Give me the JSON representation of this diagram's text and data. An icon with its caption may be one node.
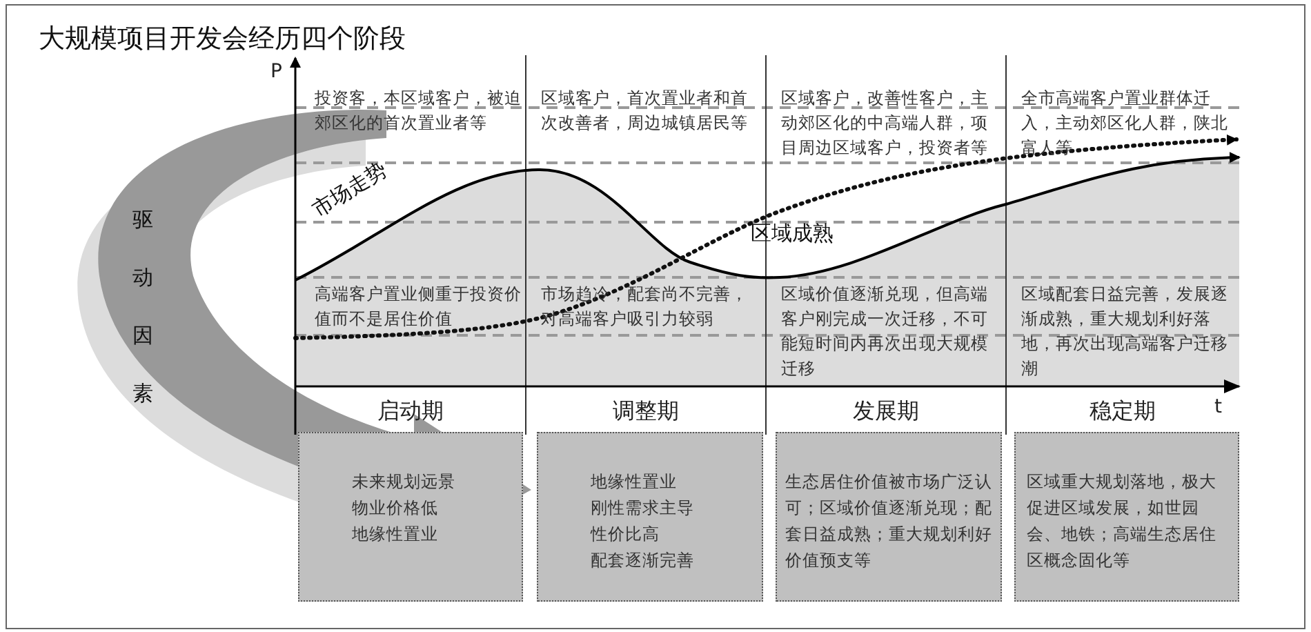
{
  "diagram": {
    "title": "大规模项目开发会经历四个阶段",
    "nodes": [
      {
        "text": [
          "驱动因素"
        ]
      },
      {
        "text": [
          "未来规划远景",
          "物业价格低",
          "地缘性置业"
        ],
        "beside": [
          "启动期"
        ]
      },
      {
        "text": [
          "地缘性置业",
          "刚性需求主导",
          "性价比高",
          "配套逐渐完善"
        ],
        "beside": [
          "调整期"
        ]
      },
      {
        "text": [
          "生态居住价值被市场广泛认可；区域价值逐渐兑现；配套日益成熟；重大规划利好价值预支等"
        ],
        "beside": [
          "发展期"
        ]
      },
      {
        "text": [
          "区域重大规划落地，极大促进区域发展，如世园会、地铁；高端生态居住区概念固化等"
        ],
        "beside": [
          "稳定期"
        ]
      }
    ],
    "edges": [],
    "labels": [
      "P",
      "投资客，本区域客户，被迫郊区化的首次置业者等",
      "区域客户，首次置业者和首次改善者，周边城镇居民等",
      "区域客户，改善性客户，主动郊区化的中高端人群，项目周边区域客户，投资者等",
      "全市高端客户置业群体迁入，主动郊区化人群，陕北富人等",
      "市场走势",
      "区域成熟",
      "高端客户置业侧重于投资价值而不是居住价值",
      "市场趋冷，配套尚不完善，对高端客户吸引力较弱",
      "区域价值逐渐兑现，但高端客户刚完成一次迁移，不可能短时间内再次出现大规模迁移",
      "区域配套日益完善，发展逐渐成熟，重大规划利好落地，再次出现高端客户迁移潮",
      "t"
    ]
  }
}
